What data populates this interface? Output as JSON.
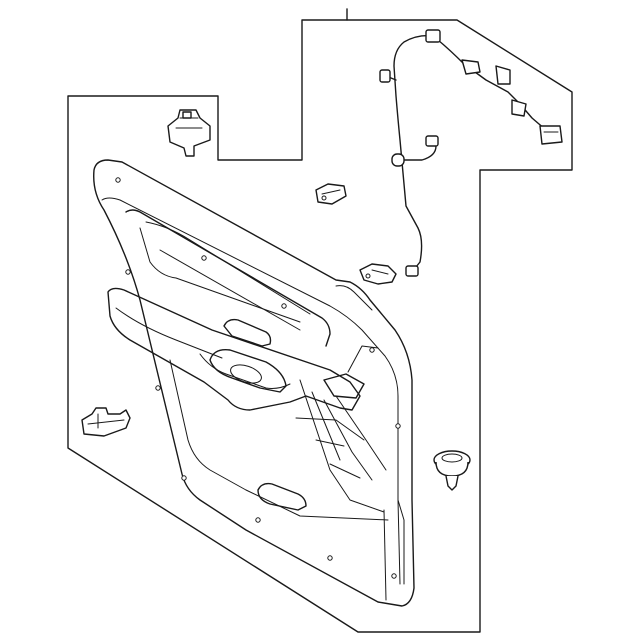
{
  "diagram": {
    "kind": "exploded parts illustration",
    "line_color": "#1a1a1a",
    "background": "#ffffff",
    "parts": [
      {
        "id": "door-trim-panel",
        "icon": "door-panel-icon"
      },
      {
        "id": "wiring-harness",
        "icon": "wire-harness-icon"
      },
      {
        "id": "switch-bracket",
        "icon": "bracket-icon"
      },
      {
        "id": "clip-small",
        "icon": "clip-icon"
      },
      {
        "id": "retainer-clip",
        "icon": "retainer-icon"
      },
      {
        "id": "mount-bracket",
        "icon": "bracket-icon"
      },
      {
        "id": "push-pin-fastener",
        "icon": "push-pin-icon"
      }
    ]
  }
}
